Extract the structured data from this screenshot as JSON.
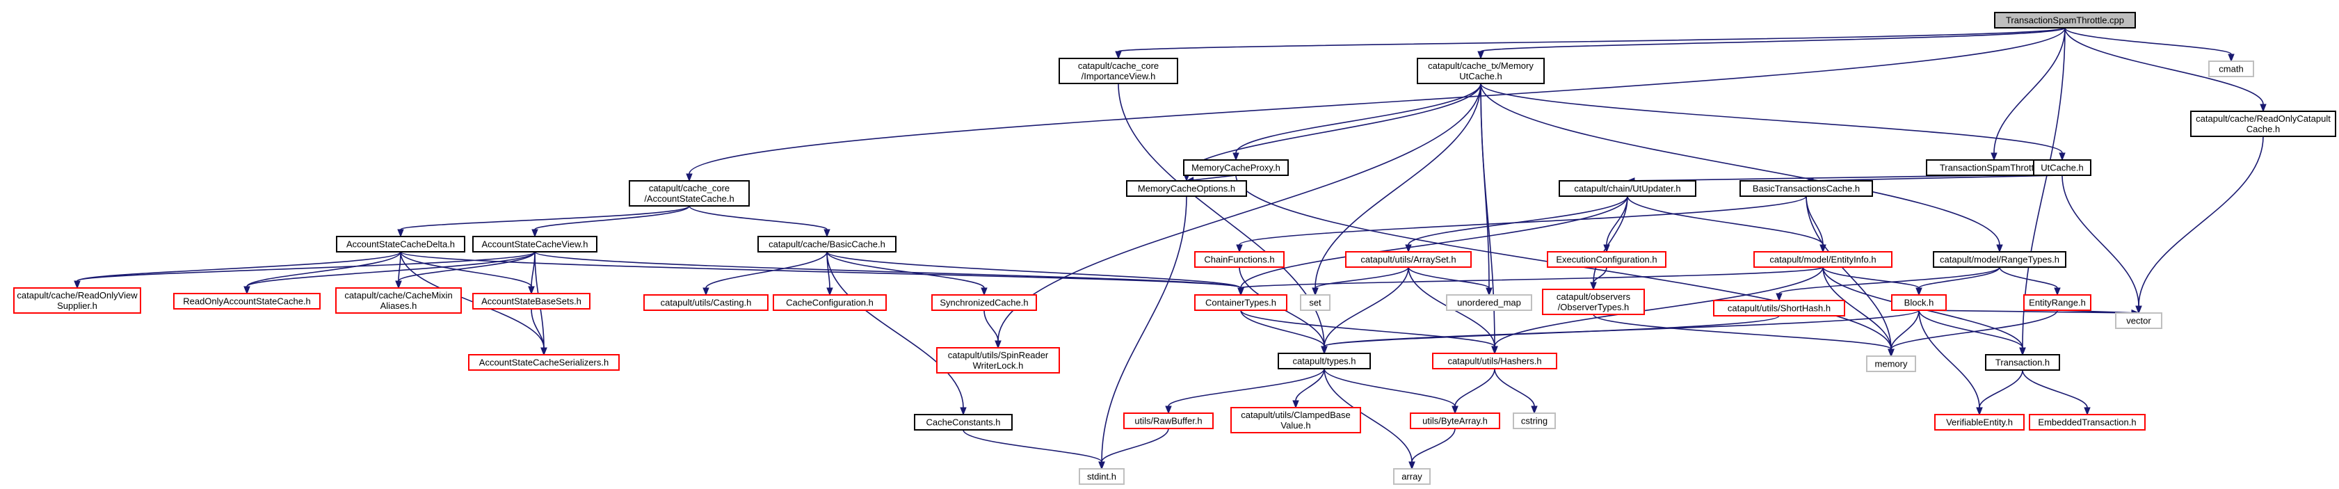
{
  "diagram": {
    "type": "include dependency graph",
    "colors": {
      "root_fill": "#bfbfbf",
      "root_border": "#000000",
      "normal_border": "#000000",
      "incomplete_border": "#ff0000",
      "system_border": "#bfbfbf",
      "edge": "#191970"
    },
    "nodes": [
      {
        "id": "root",
        "lines": [
          "TransactionSpamThrottle.cpp"
        ],
        "kind": "root"
      },
      {
        "id": "importance",
        "lines": [
          "catapult/cache_core",
          "/ImportanceView.h"
        ],
        "kind": "normal"
      },
      {
        "id": "memut",
        "lines": [
          "catapult/cache_tx/Memory",
          "UtCache.h"
        ],
        "kind": "normal"
      },
      {
        "id": "tst_h",
        "lines": [
          "TransactionSpamThrottle.h"
        ],
        "kind": "normal"
      },
      {
        "id": "cmath",
        "lines": [
          "cmath"
        ],
        "kind": "system"
      },
      {
        "id": "rocc",
        "lines": [
          "catapult/cache/ReadOnlyCatapult",
          "Cache.h"
        ],
        "kind": "normal"
      },
      {
        "id": "mcp",
        "lines": [
          "MemoryCacheProxy.h"
        ],
        "kind": "normal"
      },
      {
        "id": "utcache",
        "lines": [
          "UtCache.h"
        ],
        "kind": "normal"
      },
      {
        "id": "ascache",
        "lines": [
          "catapult/cache_core",
          "/AccountStateCache.h"
        ],
        "kind": "normal"
      },
      {
        "id": "mco",
        "lines": [
          "MemoryCacheOptions.h"
        ],
        "kind": "normal"
      },
      {
        "id": "utupdater",
        "lines": [
          "catapult/chain/UtUpdater.h"
        ],
        "kind": "normal"
      },
      {
        "id": "btc",
        "lines": [
          "BasicTransactionsCache.h"
        ],
        "kind": "normal"
      },
      {
        "id": "ascd",
        "lines": [
          "AccountStateCacheDelta.h"
        ],
        "kind": "normal"
      },
      {
        "id": "ascv",
        "lines": [
          "AccountStateCacheView.h"
        ],
        "kind": "normal"
      },
      {
        "id": "basiccache",
        "lines": [
          "catapult/cache/BasicCache.h"
        ],
        "kind": "normal"
      },
      {
        "id": "chainfn",
        "lines": [
          "ChainFunctions.h"
        ],
        "kind": "incomplete"
      },
      {
        "id": "arrayset",
        "lines": [
          "catapult/utils/ArraySet.h"
        ],
        "kind": "incomplete"
      },
      {
        "id": "execcfg",
        "lines": [
          "ExecutionConfiguration.h"
        ],
        "kind": "incomplete"
      },
      {
        "id": "entityinfo",
        "lines": [
          "catapult/model/EntityInfo.h"
        ],
        "kind": "incomplete"
      },
      {
        "id": "rangetypes",
        "lines": [
          "catapult/model/RangeTypes.h"
        ],
        "kind": "normal"
      },
      {
        "id": "roviewsupplier",
        "lines": [
          "catapult/cache/ReadOnlyView",
          "Supplier.h"
        ],
        "kind": "incomplete"
      },
      {
        "id": "roasc",
        "lines": [
          "ReadOnlyAccountStateCache.h"
        ],
        "kind": "incomplete"
      },
      {
        "id": "mixin",
        "lines": [
          "catapult/cache/CacheMixin",
          "Aliases.h"
        ],
        "kind": "incomplete"
      },
      {
        "id": "asbs",
        "lines": [
          "AccountStateBaseSets.h"
        ],
        "kind": "incomplete"
      },
      {
        "id": "casting",
        "lines": [
          "catapult/utils/Casting.h"
        ],
        "kind": "incomplete"
      },
      {
        "id": "cachecfg",
        "lines": [
          "CacheConfiguration.h"
        ],
        "kind": "incomplete"
      },
      {
        "id": "synccache",
        "lines": [
          "SynchronizedCache.h"
        ],
        "kind": "incomplete"
      },
      {
        "id": "containertypes",
        "lines": [
          "ContainerTypes.h"
        ],
        "kind": "incomplete"
      },
      {
        "id": "set",
        "lines": [
          "set"
        ],
        "kind": "system"
      },
      {
        "id": "umap",
        "lines": [
          "unordered_map"
        ],
        "kind": "system"
      },
      {
        "id": "obstypes",
        "lines": [
          "catapult/observers",
          "/ObserverTypes.h"
        ],
        "kind": "incomplete"
      },
      {
        "id": "shorthash",
        "lines": [
          "catapult/utils/ShortHash.h"
        ],
        "kind": "incomplete"
      },
      {
        "id": "block",
        "lines": [
          "Block.h"
        ],
        "kind": "incomplete"
      },
      {
        "id": "entityrange",
        "lines": [
          "EntityRange.h"
        ],
        "kind": "incomplete"
      },
      {
        "id": "vector",
        "lines": [
          "vector"
        ],
        "kind": "system"
      },
      {
        "id": "memory",
        "lines": [
          "memory"
        ],
        "kind": "system"
      },
      {
        "id": "ascs",
        "lines": [
          "AccountStateCacheSerializers.h"
        ],
        "kind": "incomplete"
      },
      {
        "id": "spinlock",
        "lines": [
          "catapult/utils/SpinReader",
          "WriterLock.h"
        ],
        "kind": "incomplete"
      },
      {
        "id": "types",
        "lines": [
          "catapult/types.h"
        ],
        "kind": "normal"
      },
      {
        "id": "hashers",
        "lines": [
          "catapult/utils/Hashers.h"
        ],
        "kind": "incomplete"
      },
      {
        "id": "transaction",
        "lines": [
          "Transaction.h"
        ],
        "kind": "normal"
      },
      {
        "id": "cacheconst",
        "lines": [
          "CacheConstants.h"
        ],
        "kind": "normal"
      },
      {
        "id": "rawbuffer",
        "lines": [
          "utils/RawBuffer.h"
        ],
        "kind": "incomplete"
      },
      {
        "id": "clamped",
        "lines": [
          "catapult/utils/ClampedBase",
          "Value.h"
        ],
        "kind": "incomplete"
      },
      {
        "id": "bytearray",
        "lines": [
          "utils/ByteArray.h"
        ],
        "kind": "incomplete"
      },
      {
        "id": "cstring",
        "lines": [
          "cstring"
        ],
        "kind": "system"
      },
      {
        "id": "verifiable",
        "lines": [
          "VerifiableEntity.h"
        ],
        "kind": "incomplete"
      },
      {
        "id": "embedded",
        "lines": [
          "EmbeddedTransaction.h"
        ],
        "kind": "incomplete"
      },
      {
        "id": "stdint",
        "lines": [
          "stdint.h"
        ],
        "kind": "system"
      },
      {
        "id": "array",
        "lines": [
          "array"
        ],
        "kind": "system"
      }
    ],
    "edges": [
      [
        "root",
        "importance"
      ],
      [
        "root",
        "memut"
      ],
      [
        "root",
        "tst_h"
      ],
      [
        "root",
        "cmath"
      ],
      [
        "root",
        "rocc"
      ],
      [
        "root",
        "ascache"
      ],
      [
        "root",
        "transaction"
      ],
      [
        "importance",
        "types"
      ],
      [
        "memut",
        "mcp"
      ],
      [
        "memut",
        "utcache"
      ],
      [
        "memut",
        "mco"
      ],
      [
        "memut",
        "rangetypes"
      ],
      [
        "memut",
        "set"
      ],
      [
        "memut",
        "umap"
      ],
      [
        "memut",
        "spinlock"
      ],
      [
        "memut",
        "hashers"
      ],
      [
        "tst_h",
        "utupdater"
      ],
      [
        "rocc",
        "vector"
      ],
      [
        "mcp",
        "mco"
      ],
      [
        "mcp",
        "memory"
      ],
      [
        "utcache",
        "btc"
      ],
      [
        "utcache",
        "vector"
      ],
      [
        "ascache",
        "ascd"
      ],
      [
        "ascache",
        "ascv"
      ],
      [
        "ascache",
        "basiccache"
      ],
      [
        "mco",
        "stdint"
      ],
      [
        "utupdater",
        "arrayset"
      ],
      [
        "utupdater",
        "execcfg"
      ],
      [
        "utupdater",
        "entityinfo"
      ],
      [
        "utupdater",
        "obstypes"
      ],
      [
        "utupdater",
        "containertypes"
      ],
      [
        "btc",
        "chainfn"
      ],
      [
        "btc",
        "entityinfo"
      ],
      [
        "btc",
        "memory"
      ],
      [
        "ascd",
        "roviewsupplier"
      ],
      [
        "ascd",
        "roasc"
      ],
      [
        "ascd",
        "mixin"
      ],
      [
        "ascd",
        "asbs"
      ],
      [
        "ascd",
        "ascs"
      ],
      [
        "ascd",
        "containertypes"
      ],
      [
        "ascv",
        "roviewsupplier"
      ],
      [
        "ascv",
        "roasc"
      ],
      [
        "ascv",
        "mixin"
      ],
      [
        "ascv",
        "asbs"
      ],
      [
        "ascv",
        "ascs"
      ],
      [
        "ascv",
        "containertypes"
      ],
      [
        "basiccache",
        "casting"
      ],
      [
        "basiccache",
        "cachecfg"
      ],
      [
        "basiccache",
        "synccache"
      ],
      [
        "basiccache",
        "cacheconst"
      ],
      [
        "basiccache",
        "containertypes"
      ],
      [
        "chainfn",
        "types"
      ],
      [
        "arrayset",
        "set"
      ],
      [
        "arrayset",
        "umap"
      ],
      [
        "arrayset",
        "types"
      ],
      [
        "arrayset",
        "hashers"
      ],
      [
        "execcfg",
        "obstypes"
      ],
      [
        "entityinfo",
        "containertypes"
      ],
      [
        "entityinfo",
        "block"
      ],
      [
        "entityinfo",
        "transaction"
      ],
      [
        "entityinfo",
        "memory"
      ],
      [
        "entityinfo",
        "hashers"
      ],
      [
        "rangetypes",
        "block"
      ],
      [
        "rangetypes",
        "entityrange"
      ],
      [
        "rangetypes",
        "shorthash"
      ],
      [
        "asbs",
        "ascs"
      ],
      [
        "synccache",
        "spinlock"
      ],
      [
        "containertypes",
        "types"
      ],
      [
        "containertypes",
        "hashers"
      ],
      [
        "obstypes",
        "memory"
      ],
      [
        "shorthash",
        "types"
      ],
      [
        "block",
        "transaction"
      ],
      [
        "block",
        "types"
      ],
      [
        "block",
        "vector"
      ],
      [
        "block",
        "memory"
      ],
      [
        "block",
        "verifiable"
      ],
      [
        "entityrange",
        "vector"
      ],
      [
        "entityrange",
        "memory"
      ],
      [
        "types",
        "rawbuffer"
      ],
      [
        "types",
        "clamped"
      ],
      [
        "types",
        "bytearray"
      ],
      [
        "types",
        "array"
      ],
      [
        "hashers",
        "bytearray"
      ],
      [
        "hashers",
        "cstring"
      ],
      [
        "transaction",
        "verifiable"
      ],
      [
        "transaction",
        "embedded"
      ],
      [
        "cacheconst",
        "stdint"
      ],
      [
        "rawbuffer",
        "stdint"
      ],
      [
        "bytearray",
        "array"
      ]
    ]
  }
}
